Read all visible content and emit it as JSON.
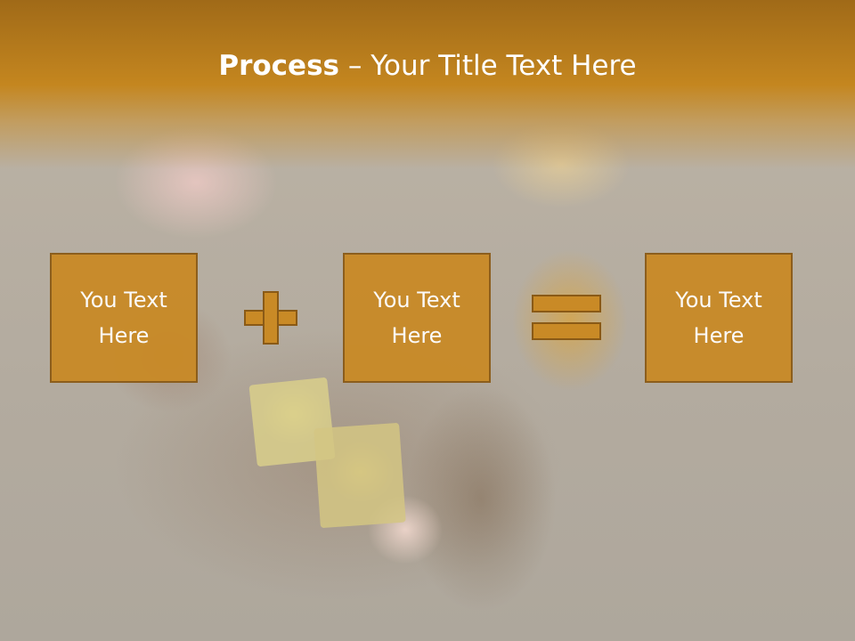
{
  "slide": {
    "title_bold": "Process",
    "title_rest": " – Your Title Text Here"
  },
  "boxes": [
    {
      "text": "You Text Here"
    },
    {
      "text": "You Text Here"
    },
    {
      "text": "You Text Here"
    }
  ],
  "operators": [
    "plus-icon",
    "equals-icon"
  ],
  "colors": {
    "banner": "#c4861f",
    "box_fill": "#c98a26",
    "box_border": "#8a5a16",
    "text": "#ffffff"
  }
}
